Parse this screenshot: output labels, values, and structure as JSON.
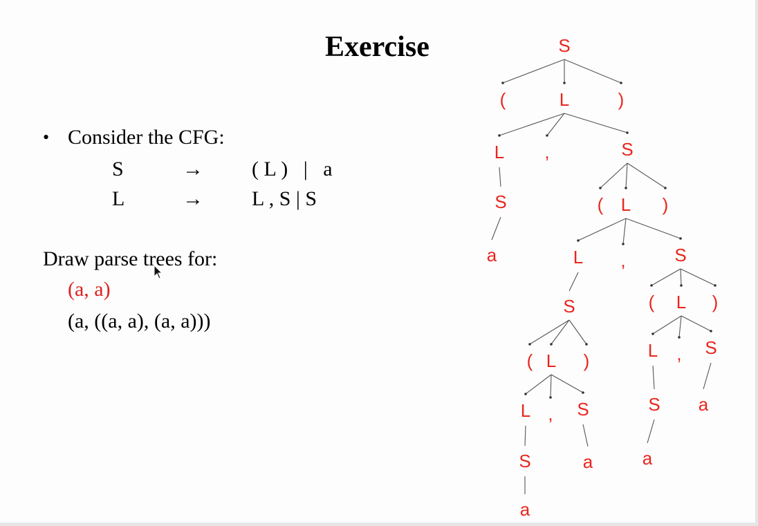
{
  "slide": {
    "title": "Exercise",
    "bullet": "•",
    "intro": "Consider the CFG:",
    "grammar": [
      {
        "lhs": "S",
        "arrow": "→",
        "rhs": "( L )   |   a"
      },
      {
        "lhs": "L",
        "arrow": "→",
        "rhs": "L , S | S"
      }
    ],
    "prompt": "Draw parse trees for:",
    "examples": [
      {
        "text": "(a, a)",
        "color": "#e02020"
      },
      {
        "text": "(a, ((a, a), (a, a)))",
        "color": "#000000"
      }
    ]
  },
  "parse_tree": {
    "node_color": "#e8261e",
    "root": {
      "label": "S",
      "children": [
        {
          "label": "("
        },
        {
          "label": "L",
          "children": [
            {
              "label": "L",
              "children": [
                {
                  "label": "S",
                  "children": [
                    {
                      "label": "a"
                    }
                  ]
                }
              ]
            },
            {
              "label": ","
            },
            {
              "label": "S",
              "children": [
                {
                  "label": "("
                },
                {
                  "label": "L",
                  "children": [
                    {
                      "label": "L",
                      "children": [
                        {
                          "label": "S",
                          "children": [
                            {
                              "label": "("
                            },
                            {
                              "label": "L",
                              "children": [
                                {
                                  "label": "L",
                                  "children": [
                                    {
                                      "label": "S",
                                      "children": [
                                        {
                                          "label": "a"
                                        }
                                      ]
                                    }
                                  ]
                                },
                                {
                                  "label": ","
                                },
                                {
                                  "label": "S",
                                  "children": [
                                    {
                                      "label": "a"
                                    }
                                  ]
                                }
                              ]
                            },
                            {
                              "label": ")"
                            }
                          ]
                        }
                      ]
                    },
                    {
                      "label": ","
                    },
                    {
                      "label": "S",
                      "children": [
                        {
                          "label": "("
                        },
                        {
                          "label": "L",
                          "children": [
                            {
                              "label": "L",
                              "children": [
                                {
                                  "label": "S",
                                  "children": [
                                    {
                                      "label": "a"
                                    }
                                  ]
                                }
                              ]
                            },
                            {
                              "label": ","
                            },
                            {
                              "label": "S",
                              "children": [
                                {
                                  "label": "a"
                                }
                              ]
                            }
                          ]
                        },
                        {
                          "label": ")"
                        }
                      ]
                    }
                  ]
                },
                {
                  "label": ")"
                }
              ]
            }
          ]
        },
        {
          "label": ")"
        }
      ]
    }
  }
}
